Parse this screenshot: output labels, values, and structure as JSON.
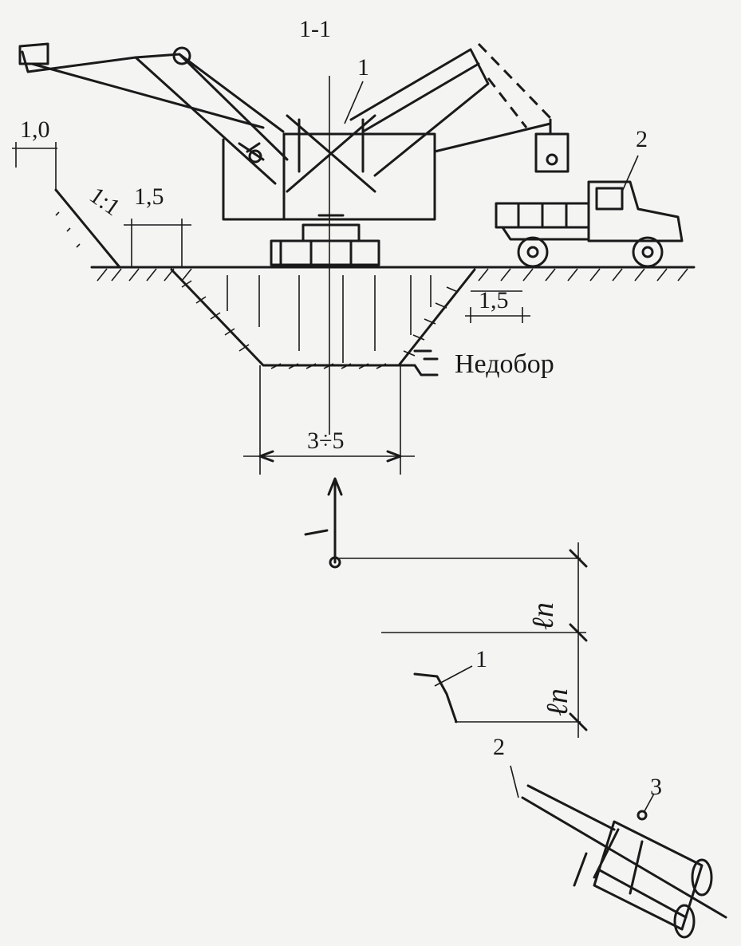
{
  "labels": {
    "section": "1-1",
    "mark_crane": "1",
    "mark_truck": "2",
    "berm_top": "1,0",
    "slope": "1:1",
    "setback_left": "1,5",
    "setback_right": "1,5",
    "undercut": "Недобор",
    "bottom_width": "3÷5",
    "plan_ln_upper": "ℓn",
    "plan_ln_lower": "ℓn",
    "plan_mark_1": "1",
    "plan_mark_2": "2",
    "plan_mark_3": "3"
  },
  "colors": {
    "ink": "#1a1a1a",
    "paper": "#f4f4f2"
  }
}
